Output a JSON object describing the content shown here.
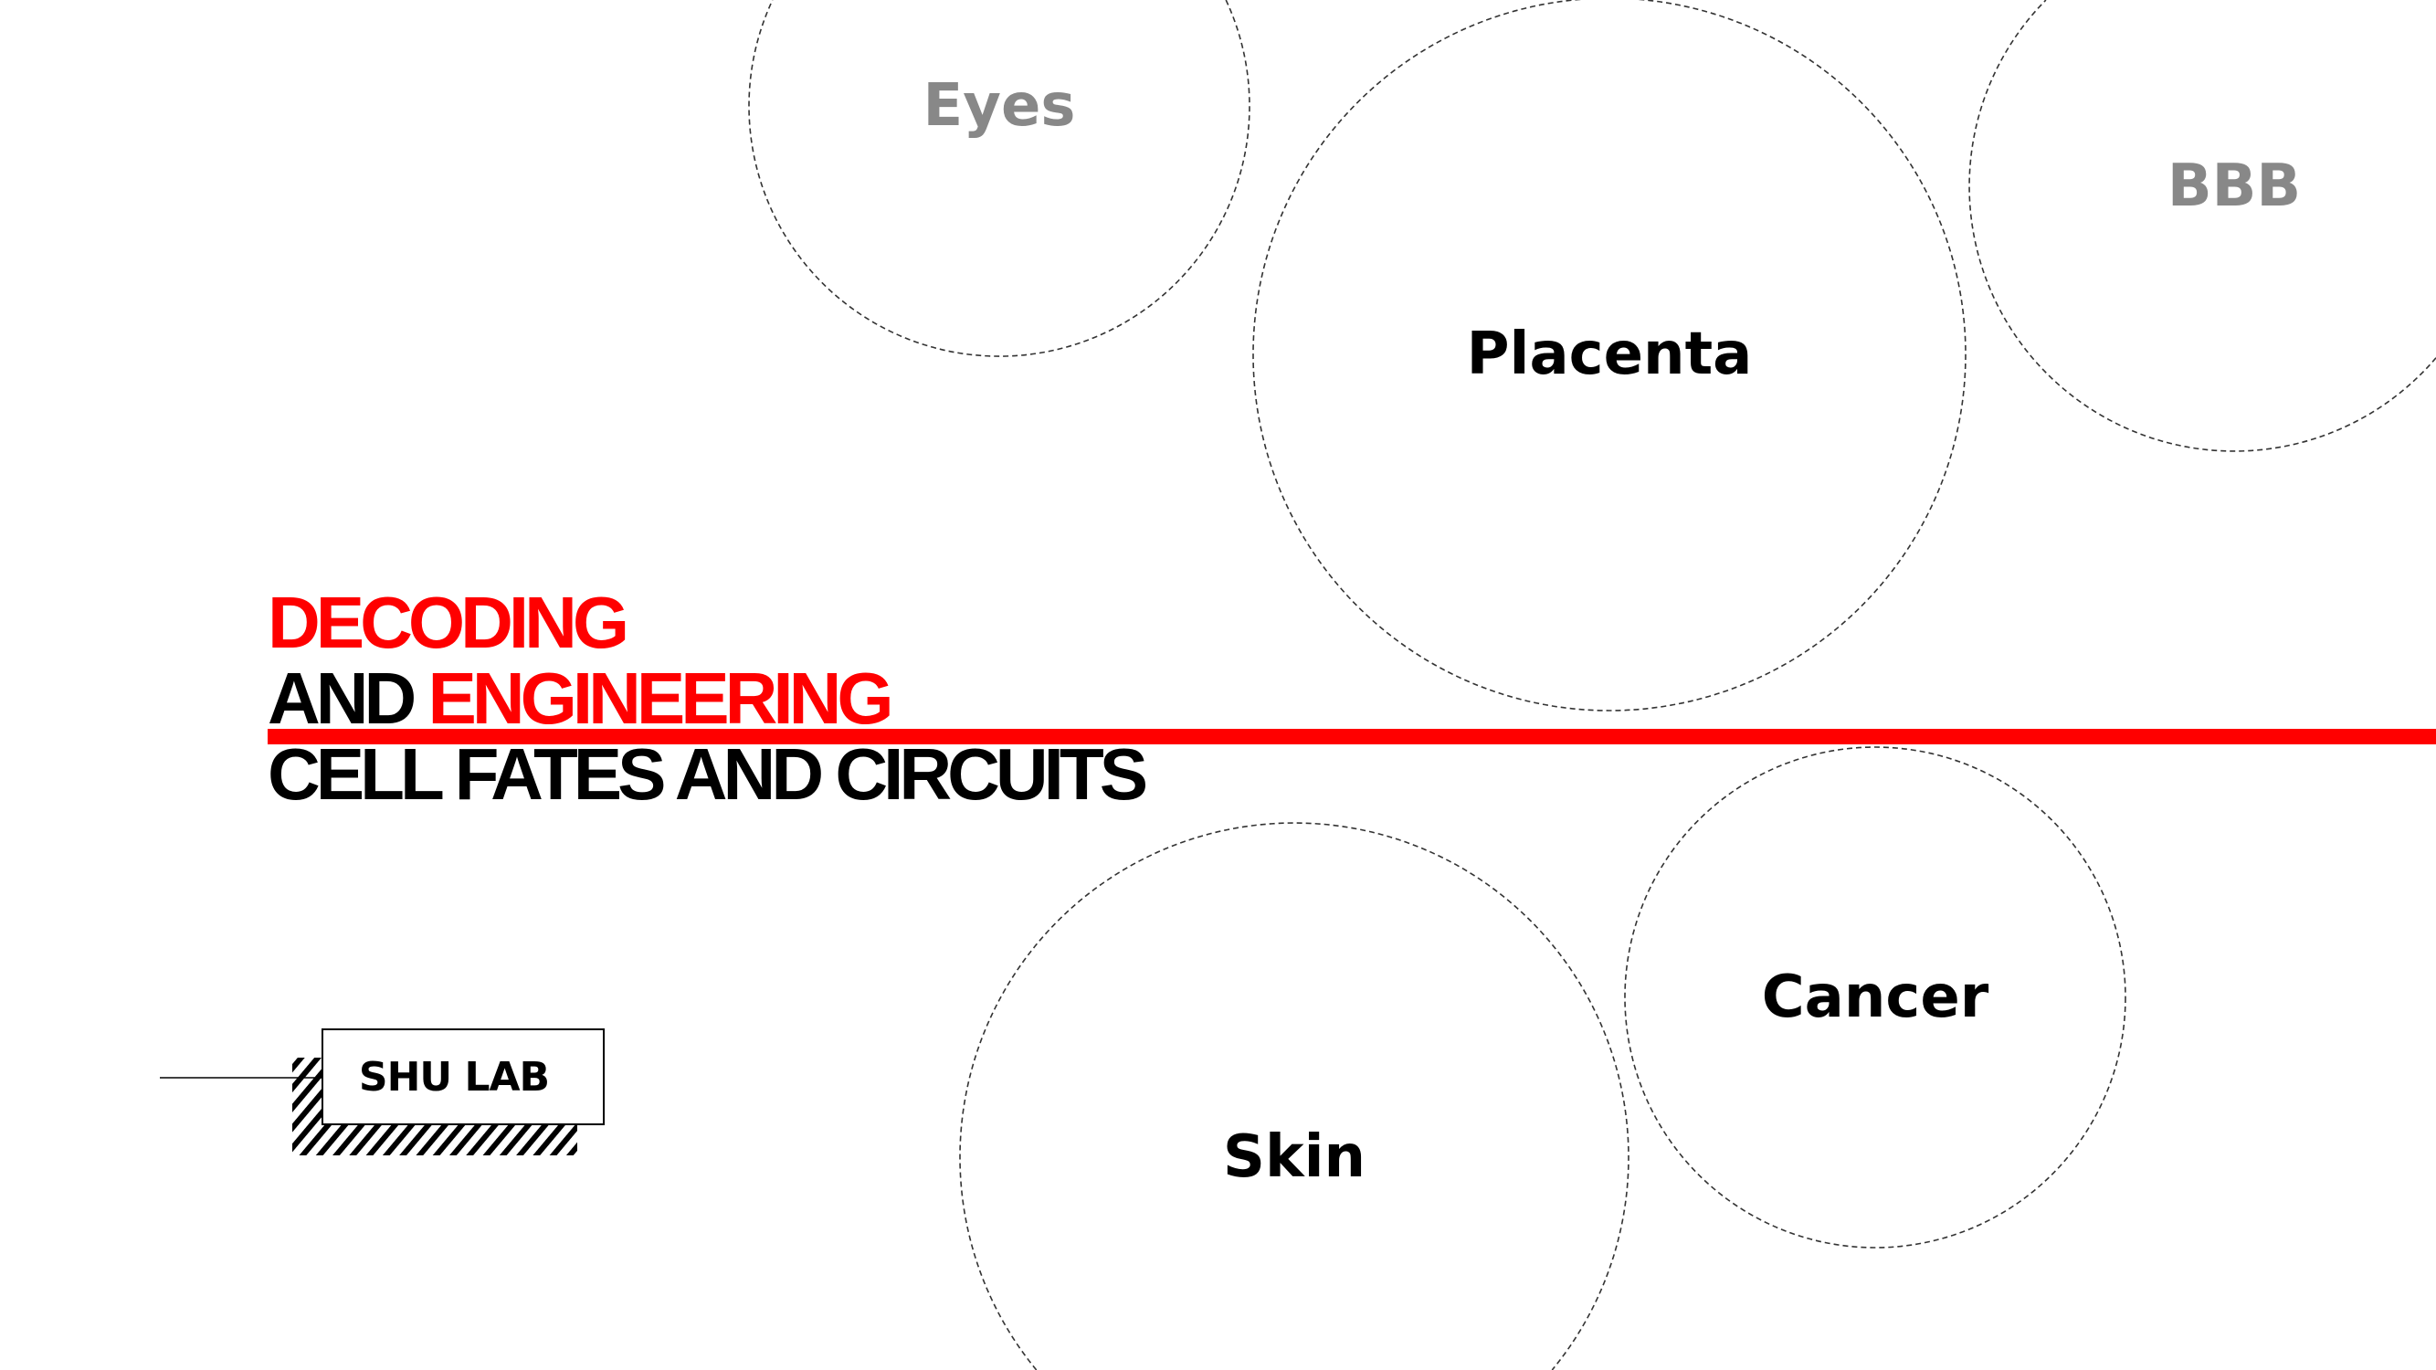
{
  "title": {
    "line1": "DECODING",
    "line2_black": "AND ",
    "line2_red": "ENGINEERING",
    "line3": "CELL FATES AND CIRCUITS"
  },
  "logo": {
    "text": "SHU LAB"
  },
  "circles": [
    {
      "label": "Eyes",
      "muted": true
    },
    {
      "label": "Placenta",
      "muted": false
    },
    {
      "label": "BBB",
      "muted": true
    },
    {
      "label": "Cancer",
      "muted": false
    },
    {
      "label": "Skin",
      "muted": false
    }
  ],
  "colors": {
    "accent": "#ff0000",
    "muted_text": "#888888",
    "text": "#000000"
  }
}
